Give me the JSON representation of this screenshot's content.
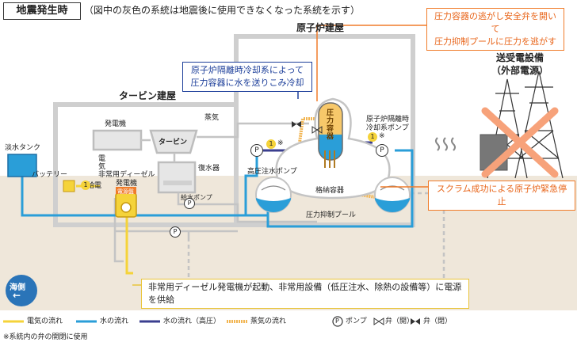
{
  "header": {
    "title": "地震発生時",
    "subtitle": "（図中の灰色の系統は地震後に使用できなくなった系統を示す）"
  },
  "buildings": {
    "reactor": "原子炉建屋",
    "turbine": "タービン建屋",
    "switchyard_line1": "送受電設備",
    "switchyard_line2": "（外部電源）"
  },
  "notes": {
    "rcic_line1": "原子炉隔離時冷却系によって",
    "rcic_line2": "圧力容器に水を送りこみ冷却",
    "srv_line1": "圧力容器の逃がし安全弁を開いて",
    "srv_line2": "圧力抑制プールに圧力を逃がす",
    "scram": "スクラム成功による原子炉緊急停止",
    "diesel": "非常用ディーゼル発電機が起動、非常用設備（低圧注水、除熱の設備等）に電源を供給"
  },
  "labels": {
    "generator": "発電機",
    "turbine": "タービン",
    "steam": "蒸気",
    "condenser": "復水器",
    "feedwater_pump": "給水ポンプ",
    "fresh_water_tank": "淡水タンク",
    "battery": "バッテリー",
    "power_supply": "給電",
    "electricity": "電気",
    "edg_line1": "非常用ディーゼル",
    "edg_line2": "発電機",
    "edg_badge": "電源盤",
    "hpci": "高圧注水ポンプ",
    "rcic_pump_line1": "原子炉隔離時",
    "rcic_pump_line2": "冷却系ポンプ",
    "containment": "格納容器",
    "rpv_text": "圧力容器",
    "suppression_pool": "圧力抑制プール",
    "pump_symbol": "P",
    "badge_1": "1",
    "badge_1_note": "※",
    "sea_side": "海側",
    "sea_arrow": "←"
  },
  "legend": {
    "electric": "電気の流れ",
    "water": "水の流れ",
    "water_hp": "水の流れ（高圧）",
    "steam": "蒸気の流れ",
    "pump": "ポンプ",
    "valve_open": "弁（開）",
    "valve_closed": "弁（閉）"
  },
  "footnote": "※系統内の弁の開閉に使用",
  "colors": {
    "electric": "#f5d33a",
    "water": "#2a9ed8",
    "water_hp": "#3b3f8f",
    "steam": "#f2b654",
    "inactive": "#c8c8c8",
    "accent_orange": "#f07c2a",
    "note_blue": "#1d3f9a",
    "ground": "#efe7da",
    "sea": "#2a74b8"
  }
}
